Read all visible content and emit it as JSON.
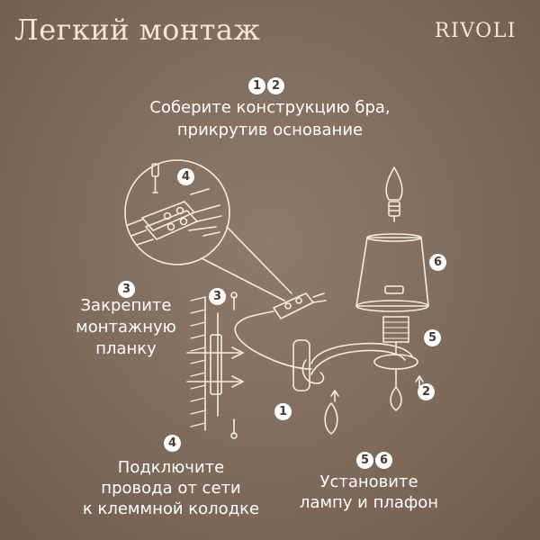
{
  "header": {
    "title": "Легкий монтаж",
    "brand": "RIVOLI"
  },
  "steps": {
    "top": {
      "badges": [
        "1",
        "2"
      ],
      "line1": "Соберите конструкцию бра,",
      "line2": "прикрутив основание"
    },
    "left": {
      "badge": "3",
      "line1": "Закрепите",
      "line2": "монтажную",
      "line3": "планку"
    },
    "bottom_left": {
      "badge": "4",
      "line1": "Подключите",
      "line2": "провода от сети",
      "line3": "к клеммной колодке"
    },
    "bottom_right": {
      "badges": [
        "5",
        "6"
      ],
      "line1": "Установите",
      "line2": "лампу и плафон"
    }
  },
  "callouts": {
    "zoom": "4",
    "plate": "3",
    "base": "1",
    "lamp_holder": "5",
    "crystal": "2",
    "shade": "6"
  },
  "colors": {
    "line": "#f4ece2",
    "badge_bg": "#ffffff",
    "badge_text": "#4a3a30",
    "title": "#f3e7d6"
  }
}
